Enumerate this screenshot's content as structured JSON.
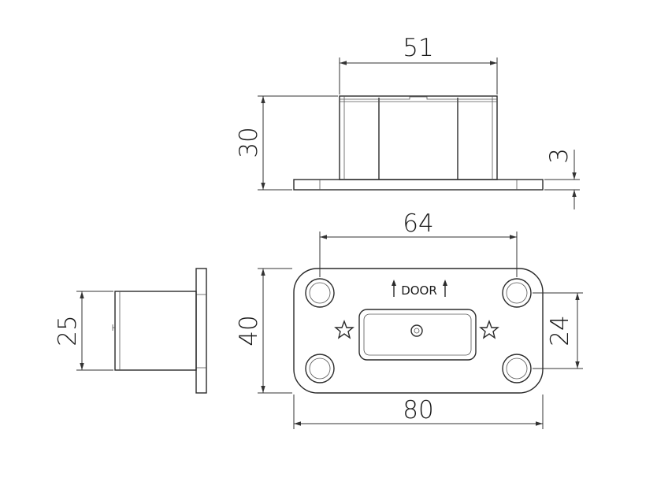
{
  "dimensions": {
    "top_width": "51",
    "top_height": "30",
    "plate_thickness": "3",
    "hole_spacing": "64",
    "plate_height": "40",
    "plate_width": "80",
    "hole_vertical_spacing": "24",
    "side_height": "25"
  },
  "plate_label": {
    "text": "DOOR"
  },
  "icons": {
    "left_star": "star-icon",
    "right_star": "star-icon",
    "arrow_left": "up-arrow-icon",
    "arrow_right": "up-arrow-icon"
  }
}
